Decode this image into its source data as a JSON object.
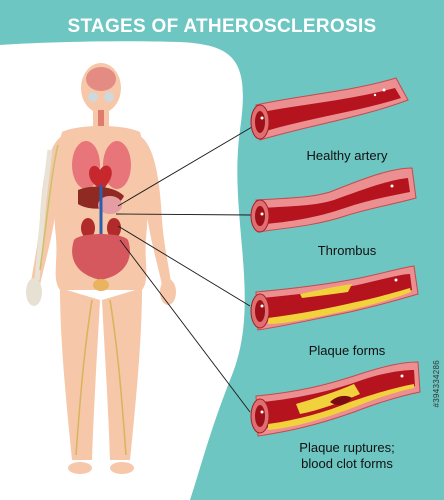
{
  "title": "STAGES OF ATHEROSCLEROSIS",
  "stages": [
    {
      "label": "Healthy artery"
    },
    {
      "label": "Thrombus"
    },
    {
      "label": "Plaque forms"
    },
    {
      "label": "Plaque ruptures;\nblood clot forms"
    }
  ],
  "watermark": "#394334286",
  "colors": {
    "background_teal": "#6dc6c2",
    "skin": "#f6c7a8",
    "artery_wall": "#e9898a",
    "blood": "#b5141e",
    "plaque": "#f2d23c"
  }
}
